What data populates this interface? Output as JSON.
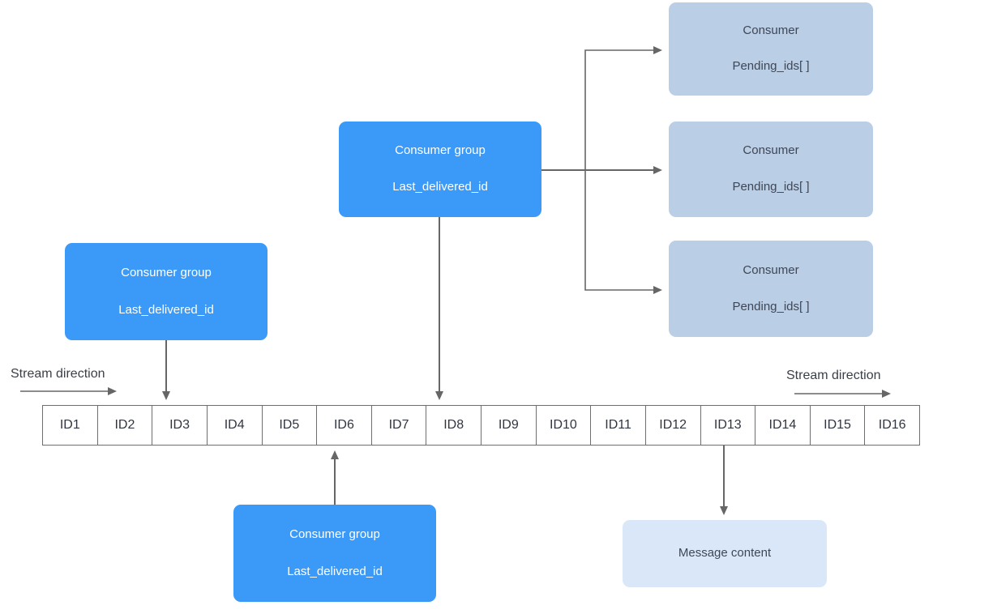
{
  "labels": {
    "stream_direction_left": "Stream direction",
    "stream_direction_right": "Stream direction"
  },
  "consumer_groups": [
    {
      "line1": "Consumer group",
      "line2": "Last_delivered_id"
    },
    {
      "line1": "Consumer group",
      "line2": "Last_delivered_id"
    },
    {
      "line1": "Consumer group",
      "line2": "Last_delivered_id"
    }
  ],
  "consumers": [
    {
      "line1": "Consumer",
      "line2": "Pending_ids[ ]"
    },
    {
      "line1": "Consumer",
      "line2": "Pending_ids[ ]"
    },
    {
      "line1": "Consumer",
      "line2": "Pending_ids[ ]"
    }
  ],
  "message_box": {
    "label": "Message content"
  },
  "stream": {
    "cells": [
      "ID1",
      "ID2",
      "ID3",
      "ID4",
      "ID5",
      "ID6",
      "ID7",
      "ID8",
      "ID9",
      "ID10",
      "ID11",
      "ID12",
      "ID13",
      "ID14",
      "ID15",
      "ID16"
    ]
  },
  "colors": {
    "group_box": "#3b9af8",
    "consumer_box": "#bacee6",
    "message_box": "#d9e7f8",
    "connector": "#666666",
    "cell_border": "#6e6e6e",
    "dark_text": "#3f4756"
  }
}
